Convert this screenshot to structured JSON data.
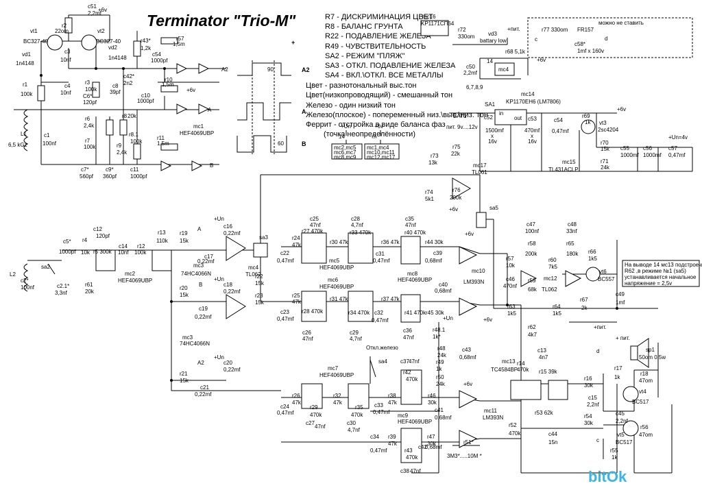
{
  "title": "Terminator \"Trio-M\"",
  "notes": [
    "R7 - ДИСКРИМИНАЦИЯ ЦВЕТ",
    "R8 - БАЛАНС ГРУНТА",
    "R22 - ПОДАВЛЕНИЕ ЖЕЛЕЗА",
    "R49 - ЧУВСТВИТЕЛЬНОСТЬ",
    "SA2 - РЕЖИМ \"ПЛЯЖ\"",
    "SA3 - ОТКЛ. ПОДАВЛЕНИЕ ЖЕЛЕЗА",
    "SA4 - ВКЛ.\\ОТКЛ. ВСЕ МЕТАЛЛЫ"
  ],
  "tones": [
    "Цвет - разнотональный выс.тон",
    "Цвет(низкопроводящий) - смешанный тон",
    "Железо - один низкий тон",
    "Железо(плоское) - попеременный низ.\\выс.\\низ. тон",
    "Феррит - отстройка в виде баланса фаз",
    "(точка неопределённости)"
  ],
  "optional_note": "можно не ставить",
  "power_boxes": [
    {
      "label": "+Un",
      "pin": "14",
      "chips": [
        "mc2,mc5",
        "mc6,mc7",
        "mc8,mc9"
      ]
    },
    {
      "label": "+6v",
      "pin": "7",
      "chips": [
        "mc1,mc4",
        "mc10,mc11",
        "mc12,mc17"
      ]
    }
  ],
  "waveform_labels": {
    "a2": "A2",
    "a": "A",
    "b": "B",
    "w1": "90",
    "w2": "60"
  },
  "mc13_note": [
    "На выводе 14 мс13 подстроечником",
    "R62 ,в режиме №1 (sa5)",
    "устанавливается начальное",
    "напряжение = 2,5v"
  ],
  "labels": [
    {
      "id": "c51",
      "t": "c51"
    },
    {
      "id": "c51v",
      "t": "2,2mf"
    },
    {
      "id": "p6v1",
      "t": "+6v"
    },
    {
      "id": "r2",
      "t": "r2"
    },
    {
      "id": "r2v",
      "t": "22om"
    },
    {
      "id": "vt1",
      "t": "vt1"
    },
    {
      "id": "vt1v",
      "t": "BC327-40"
    },
    {
      "id": "vt2",
      "t": "vt2"
    },
    {
      "id": "vt2v",
      "t": "BC327-40"
    },
    {
      "id": "vd1",
      "t": "vd1"
    },
    {
      "id": "vd1v",
      "t": "1n4148"
    },
    {
      "id": "vd2",
      "t": "vd2"
    },
    {
      "id": "vd2v",
      "t": "1n4148"
    },
    {
      "id": "c3",
      "t": "c3"
    },
    {
      "id": "c3v",
      "t": "10nf"
    },
    {
      "id": "c4",
      "t": "c4"
    },
    {
      "id": "c4v",
      "t": "10nf"
    },
    {
      "id": "r3",
      "t": "r3"
    },
    {
      "id": "r3v",
      "t": "100k"
    },
    {
      "id": "r1",
      "t": "r1"
    },
    {
      "id": "r1v",
      "t": "100k"
    },
    {
      "id": "c6s",
      "t": "C6*"
    },
    {
      "id": "c6v",
      "t": "120pf"
    },
    {
      "id": "c8",
      "t": "c8"
    },
    {
      "id": "c8v",
      "t": "39pf"
    },
    {
      "id": "c42",
      "t": "c42*"
    },
    {
      "id": "c42v",
      "t": "2n2"
    },
    {
      "id": "r43",
      "t": "r43*"
    },
    {
      "id": "r43v",
      "t": "1,2k"
    },
    {
      "id": "r57",
      "t": "r57"
    },
    {
      "id": "r57v",
      "t": "1,5m"
    },
    {
      "id": "c54",
      "t": "c54"
    },
    {
      "id": "c54v",
      "t": "1000pf"
    },
    {
      "id": "a2o",
      "t": "A2"
    },
    {
      "id": "r10",
      "t": "r10"
    },
    {
      "id": "r10v",
      "t": "1,5m"
    },
    {
      "id": "c10",
      "t": "c10"
    },
    {
      "id": "c10v",
      "t": "1000pf"
    },
    {
      "id": "p6v2",
      "t": "+6v"
    },
    {
      "id": "ao",
      "t": "A"
    },
    {
      "id": "mc1",
      "t": "mc1"
    },
    {
      "id": "mc1v",
      "t": "HEF4069UBP"
    },
    {
      "id": "r6",
      "t": "r6"
    },
    {
      "id": "r6v",
      "t": "2,4k"
    },
    {
      "id": "r8",
      "t": "r8"
    },
    {
      "id": "r8v",
      "t": "20k"
    },
    {
      "id": "r81",
      "t": "r8.1"
    },
    {
      "id": "r81v",
      "t": "100k"
    },
    {
      "id": "r7",
      "t": "r7"
    },
    {
      "id": "r7v",
      "t": "100k"
    },
    {
      "id": "r9",
      "t": "r9"
    },
    {
      "id": "r9v",
      "t": "2,4k"
    },
    {
      "id": "r11",
      "t": "r11"
    },
    {
      "id": "r11v",
      "t": "1,5m"
    },
    {
      "id": "l1",
      "t": "L1"
    },
    {
      "id": "l1v",
      "t": "6,5 kGz"
    },
    {
      "id": "c1",
      "t": "c1"
    },
    {
      "id": "c1v",
      "t": "100nf"
    },
    {
      "id": "c7",
      "t": "c7*"
    },
    {
      "id": "c7v",
      "t": "560pf"
    },
    {
      "id": "c9",
      "t": "c9*"
    },
    {
      "id": "c9v",
      "t": "360pf"
    },
    {
      "id": "c11",
      "t": "c11"
    },
    {
      "id": "c11v",
      "t": "1000pf"
    },
    {
      "id": "bo",
      "t": "B"
    },
    {
      "id": "mc16",
      "t": "mc16"
    },
    {
      "id": "mc16v",
      "t": "KP1171СП64"
    },
    {
      "id": "r72",
      "t": "r72"
    },
    {
      "id": "r72v",
      "t": "330om"
    },
    {
      "id": "vd3",
      "t": "vd3"
    },
    {
      "id": "bl",
      "t": "battary low"
    },
    {
      "id": "pit",
      "t": "+пит."
    },
    {
      "id": "r77",
      "t": "r77 330om"
    },
    {
      "id": "fr",
      "t": "FR157"
    },
    {
      "id": "c58",
      "t": "c58*"
    },
    {
      "id": "c58v",
      "t": "1mf x 160v"
    },
    {
      "id": "cc",
      "t": "c"
    },
    {
      "id": "dd",
      "t": "d"
    },
    {
      "id": "r68",
      "t": "r68 5,1k"
    },
    {
      "id": "p6v3",
      "t": "+6v"
    },
    {
      "id": "c50",
      "t": "c50"
    },
    {
      "id": "c50v",
      "t": "2,2mf"
    },
    {
      "id": "mc4",
      "t": "mc4"
    },
    {
      "id": "p14",
      "t": "14"
    },
    {
      "id": "p678",
      "t": "6,7,8,9"
    },
    {
      "id": "mc14",
      "t": "mc14"
    },
    {
      "id": "mc14v",
      "t": "KP1170EH6 (LM7806)"
    },
    {
      "id": "sa1",
      "t": "SA1"
    },
    {
      "id": "bat",
      "t": "BAT1"
    },
    {
      "id": "batv",
      "t": "пит. 9v....12v"
    },
    {
      "id": "in",
      "t": "in"
    },
    {
      "id": "out",
      "t": "out"
    },
    {
      "id": "c52",
      "t": "c52"
    },
    {
      "id": "c52v",
      "t": "1500mf"
    },
    {
      "id": "c52x",
      "t": "x"
    },
    {
      "id": "c52w",
      "t": "16v"
    },
    {
      "id": "c53",
      "t": "c53"
    },
    {
      "id": "c53v",
      "t": "470mf"
    },
    {
      "id": "c53x",
      "t": "x"
    },
    {
      "id": "c53w",
      "t": "16v"
    },
    {
      "id": "c54b",
      "t": "c54"
    },
    {
      "id": "c54bv",
      "t": "0,47mf"
    },
    {
      "id": "p6v4",
      "t": "+6v"
    },
    {
      "id": "r69",
      "t": "r69"
    },
    {
      "id": "r69v",
      "t": "1k"
    },
    {
      "id": "vt3",
      "t": "vt3"
    },
    {
      "id": "vt3v",
      "t": "2sc4204"
    },
    {
      "id": "unv",
      "t": "+Un=4v"
    },
    {
      "id": "r70",
      "t": "r70"
    },
    {
      "id": "r70v",
      "t": "15k"
    },
    {
      "id": "r71",
      "t": "r71"
    },
    {
      "id": "r71v",
      "t": "24k"
    },
    {
      "id": "mc15",
      "t": "mc15"
    },
    {
      "id": "mc15v",
      "t": "TL431ACLP"
    },
    {
      "id": "c55",
      "t": "c55"
    },
    {
      "id": "c55v",
      "t": "1000mf"
    },
    {
      "id": "c56",
      "t": "c56"
    },
    {
      "id": "c56v",
      "t": "1000mf"
    },
    {
      "id": "c57",
      "t": "c57"
    },
    {
      "id": "c57v",
      "t": "0,47mf"
    },
    {
      "id": "r73",
      "t": "r73"
    },
    {
      "id": "r73v",
      "t": "13k"
    },
    {
      "id": "r75",
      "t": "r75"
    },
    {
      "id": "r75v",
      "t": "22k"
    },
    {
      "id": "mc17",
      "t": "mc17"
    },
    {
      "id": "mc17v",
      "t": "TL061"
    },
    {
      "id": "r74",
      "t": "r74"
    },
    {
      "id": "r74v",
      "t": "5k1"
    },
    {
      "id": "r76",
      "t": "r76"
    },
    {
      "id": "r76v",
      "t": "200k"
    },
    {
      "id": "p6v5",
      "t": "+6v"
    },
    {
      "id": "sa5",
      "t": "sa5"
    },
    {
      "id": "l2",
      "t": "L2"
    },
    {
      "id": "c2s",
      "t": "c2*"
    },
    {
      "id": "c2v",
      "t": "100nf"
    },
    {
      "id": "sa2",
      "t": "sa2"
    },
    {
      "id": "c21",
      "t": "c2.1*"
    },
    {
      "id": "c21v",
      "t": "3,3nf"
    },
    {
      "id": "r61",
      "t": "r61"
    },
    {
      "id": "r61v",
      "t": "20k"
    },
    {
      "id": "c5",
      "t": "c5*"
    },
    {
      "id": "c5v",
      "t": "1000pf"
    },
    {
      "id": "r4",
      "t": "r4"
    },
    {
      "id": "r4v",
      "t": "10k"
    },
    {
      "id": "c12",
      "t": "c12"
    },
    {
      "id": "c12v",
      "t": "120pf"
    },
    {
      "id": "r5",
      "t": "r5 300k"
    },
    {
      "id": "c14",
      "t": "c14"
    },
    {
      "id": "c14v",
      "t": "10nf"
    },
    {
      "id": "r12",
      "t": "r12"
    },
    {
      "id": "r12v",
      "t": "100k"
    },
    {
      "id": "mc2",
      "t": "mc2"
    },
    {
      "id": "mc2v",
      "t": "HEF4069UBP"
    },
    {
      "id": "r13",
      "t": "r13"
    },
    {
      "id": "r13v",
      "t": "110k"
    },
    {
      "id": "r19",
      "t": "r19"
    },
    {
      "id": "r19v",
      "t": "15k"
    },
    {
      "id": "ma",
      "t": "A"
    },
    {
      "id": "c17",
      "t": "c17"
    },
    {
      "id": "c17v",
      "t": "0,22mf"
    },
    {
      "id": "mc3",
      "t": "mc3"
    },
    {
      "id": "mc3v",
      "t": "74HC4066N"
    },
    {
      "id": "pun1",
      "t": "+Un"
    },
    {
      "id": "c16",
      "t": "c16"
    },
    {
      "id": "c16v",
      "t": "0,22mf"
    },
    {
      "id": "sa3",
      "t": "sa3"
    },
    {
      "id": "mc4b",
      "t": "mc4"
    },
    {
      "id": "mc4bv",
      "t": "TL062"
    },
    {
      "id": "r22",
      "t": "r22"
    },
    {
      "id": "r22v",
      "t": "15k"
    },
    {
      "id": "r23",
      "t": "r23"
    },
    {
      "id": "r23v",
      "t": "15k"
    },
    {
      "id": "r20",
      "t": "r20"
    },
    {
      "id": "r20v",
      "t": "15k"
    },
    {
      "id": "mb",
      "t": "B"
    },
    {
      "id": "pun2",
      "t": "+Un"
    },
    {
      "id": "c18",
      "t": "c18"
    },
    {
      "id": "c18v",
      "t": "0,22mf"
    },
    {
      "id": "c19",
      "t": "c19"
    },
    {
      "id": "c19v",
      "t": "0,22mf"
    },
    {
      "id": "mc3b",
      "t": "mc3"
    },
    {
      "id": "mc3bv",
      "t": "74HC4066N"
    },
    {
      "id": "c25",
      "t": "c25"
    },
    {
      "id": "c25v",
      "t": "47nf"
    },
    {
      "id": "r24",
      "t": "r24"
    },
    {
      "id": "r24v",
      "t": "47k"
    },
    {
      "id": "r27",
      "t": "r27 470k"
    },
    {
      "id": "c22",
      "t": "c22"
    },
    {
      "id": "c22v",
      "t": "0,47mf"
    },
    {
      "id": "c28",
      "t": "c28"
    },
    {
      "id": "c28v",
      "t": "4,7nf"
    },
    {
      "id": "r30",
      "t": "r30 47k"
    },
    {
      "id": "r33",
      "t": "r33 470k"
    },
    {
      "id": "mc5",
      "t": "mc5"
    },
    {
      "id": "mc5v",
      "t": "HEF4069UBP"
    },
    {
      "id": "c31",
      "t": "c31"
    },
    {
      "id": "c31v",
      "t": "0,47mf"
    },
    {
      "id": "c35",
      "t": "c35"
    },
    {
      "id": "c35v",
      "t": "47nf"
    },
    {
      "id": "r36",
      "t": "r36 47k"
    },
    {
      "id": "r40",
      "t": "r40 470k"
    },
    {
      "id": "r44",
      "t": "r44 30k"
    },
    {
      "id": "c39",
      "t": "c39"
    },
    {
      "id": "c39v",
      "t": "0,68mf"
    },
    {
      "id": "mc6",
      "t": "mc6"
    },
    {
      "id": "mc6v",
      "t": "HEF4069UBP"
    },
    {
      "id": "r25",
      "t": "r25"
    },
    {
      "id": "r25v",
      "t": "47k"
    },
    {
      "id": "c23",
      "t": "c23"
    },
    {
      "id": "c23v",
      "t": "0,47mf"
    },
    {
      "id": "r28",
      "t": "r28 470k"
    },
    {
      "id": "c26",
      "t": "c26"
    },
    {
      "id": "c26v",
      "t": "47nf"
    },
    {
      "id": "r31",
      "t": "r31 47k"
    },
    {
      "id": "r34",
      "t": "r34 470k"
    },
    {
      "id": "c29",
      "t": "c29"
    },
    {
      "id": "c29v",
      "t": "4,7nf"
    },
    {
      "id": "mc8",
      "t": "mc8"
    },
    {
      "id": "mc8v",
      "t": "HEF4069UBP"
    },
    {
      "id": "r37",
      "t": "r37 47k"
    },
    {
      "id": "r41",
      "t": "r41 470k"
    },
    {
      "id": "c32",
      "t": "c32"
    },
    {
      "id": "c32v",
      "t": "0,47mf"
    },
    {
      "id": "c36",
      "t": "c36"
    },
    {
      "id": "c36v",
      "t": "47nf"
    },
    {
      "id": "r45",
      "t": "r45 30k"
    },
    {
      "id": "c40",
      "t": "c40"
    },
    {
      "id": "c40v",
      "t": "0,68mf"
    },
    {
      "id": "mc10",
      "t": "mc10"
    },
    {
      "id": "mc10v",
      "t": "LM393N"
    },
    {
      "id": "p6v6",
      "t": "+6v"
    },
    {
      "id": "pun3",
      "t": "+Un"
    },
    {
      "id": "r481",
      "t": "r48.1"
    },
    {
      "id": "r481v",
      "t": "1k*"
    },
    {
      "id": "r48",
      "t": "r48"
    },
    {
      "id": "r48v",
      "t": "24k"
    },
    {
      "id": "r49",
      "t": "r49"
    },
    {
      "id": "r49v",
      "t": "1k"
    },
    {
      "id": "r50",
      "t": "r50"
    },
    {
      "id": "r50v",
      "t": "24k"
    },
    {
      "id": "c43",
      "t": "c43"
    },
    {
      "id": "c43v",
      "t": "0,68mf"
    },
    {
      "id": "otk",
      "t": "Откл.железо"
    },
    {
      "id": "sa4",
      "t": "sa4"
    },
    {
      "id": "c47",
      "t": "c47"
    },
    {
      "id": "c47v",
      "t": "100nf"
    },
    {
      "id": "c48",
      "t": "c48"
    },
    {
      "id": "c48v",
      "t": "33nf"
    },
    {
      "id": "r57b",
      "t": "r57"
    },
    {
      "id": "r57bv",
      "t": "10k"
    },
    {
      "id": "r58",
      "t": "r58"
    },
    {
      "id": "r58v",
      "t": "200k"
    },
    {
      "id": "r60",
      "t": "r60"
    },
    {
      "id": "r60v",
      "t": "7k5"
    },
    {
      "id": "r65",
      "t": "r65"
    },
    {
      "id": "r65v",
      "t": "180k"
    },
    {
      "id": "r66",
      "t": "r66"
    },
    {
      "id": "r66v",
      "t": "1k5"
    },
    {
      "id": "c46",
      "t": "c46"
    },
    {
      "id": "c46v",
      "t": "470nf"
    },
    {
      "id": "r59",
      "t": "r59"
    },
    {
      "id": "r59v",
      "t": "68k"
    },
    {
      "id": "mc12",
      "t": "mc12"
    },
    {
      "id": "mc12v",
      "t": "TL062"
    },
    {
      "id": "vt6",
      "t": "vt6"
    },
    {
      "id": "vt6v",
      "t": "BC557"
    },
    {
      "id": "r63",
      "t": "r63"
    },
    {
      "id": "r63v",
      "t": "1k5"
    },
    {
      "id": "r64",
      "t": "r64"
    },
    {
      "id": "r64v",
      "t": "1k5"
    },
    {
      "id": "r62",
      "t": "r62"
    },
    {
      "id": "r62v",
      "t": "4k7"
    },
    {
      "id": "p6v7",
      "t": "+6v"
    },
    {
      "id": "r67",
      "t": "r67"
    },
    {
      "id": "r67v",
      "t": "2k"
    },
    {
      "id": "c49",
      "t": "c49"
    },
    {
      "id": "c49v",
      "t": "1mf"
    },
    {
      "id": "pit2",
      "t": "+пит."
    },
    {
      "id": "pun4",
      "t": "+Un"
    },
    {
      "id": "c20",
      "t": "c20"
    },
    {
      "id": "c20v",
      "t": "0,22mf"
    },
    {
      "id": "a2m",
      "t": "A2"
    },
    {
      "id": "r21",
      "t": "r21"
    },
    {
      "id": "r21v",
      "t": "15k"
    },
    {
      "id": "c21b",
      "t": "c21"
    },
    {
      "id": "c21bv",
      "t": "0,22mf"
    },
    {
      "id": "mc7",
      "t": "mc7"
    },
    {
      "id": "mc7v",
      "t": "HEF4069UBP"
    },
    {
      "id": "r26",
      "t": "r26"
    },
    {
      "id": "r26v",
      "t": "47k"
    },
    {
      "id": "c24",
      "t": "c24"
    },
    {
      "id": "c24v",
      "t": "0,47mf"
    },
    {
      "id": "r29",
      "t": "r29"
    },
    {
      "id": "r29v",
      "t": "470k"
    },
    {
      "id": "c27",
      "t": "c27"
    },
    {
      "id": "c27v",
      "t": "47nf"
    },
    {
      "id": "r32",
      "t": "r32"
    },
    {
      "id": "r32v",
      "t": "47k"
    },
    {
      "id": "r35",
      "t": "r35"
    },
    {
      "id": "r35v",
      "t": "470k"
    },
    {
      "id": "c30",
      "t": "c30"
    },
    {
      "id": "c30v",
      "t": "4,7nf"
    },
    {
      "id": "c37",
      "t": "c37"
    },
    {
      "id": "c37v",
      "t": "47nf"
    },
    {
      "id": "r42",
      "t": "r42"
    },
    {
      "id": "r42v",
      "t": "470k"
    },
    {
      "id": "r38",
      "t": "r38"
    },
    {
      "id": "r38v",
      "t": "47k"
    },
    {
      "id": "mc9",
      "t": "mc9"
    },
    {
      "id": "mc9v",
      "t": "HEF4069UBP"
    },
    {
      "id": "c33",
      "t": "c33"
    },
    {
      "id": "c33v",
      "t": "0,47mf"
    },
    {
      "id": "r46",
      "t": "r46"
    },
    {
      "id": "r46v",
      "t": "30k"
    },
    {
      "id": "c41",
      "t": "c41"
    },
    {
      "id": "c41v",
      "t": "0,68mf"
    },
    {
      "id": "mc11",
      "t": "mc11"
    },
    {
      "id": "mc11v",
      "t": "LM393N"
    },
    {
      "id": "p6v8",
      "t": "+6v"
    },
    {
      "id": "c34",
      "t": "c34"
    },
    {
      "id": "c34v",
      "t": "0,47mf"
    },
    {
      "id": "r39",
      "t": "r39"
    },
    {
      "id": "r39v",
      "t": "47k"
    },
    {
      "id": "r47",
      "t": "r47"
    },
    {
      "id": "r47v",
      "t": "30k"
    },
    {
      "id": "r43b",
      "t": "r43"
    },
    {
      "id": "r43bv",
      "t": "470k"
    },
    {
      "id": "c38",
      "t": "c38"
    },
    {
      "id": "c38v",
      "t": "47nf"
    },
    {
      "id": "c42b",
      "t": "c42"
    },
    {
      "id": "c42bv",
      "t": "0,68mf"
    },
    {
      "id": "r51",
      "t": "r51*"
    },
    {
      "id": "r51v",
      "t": "3M3*.....10M *"
    },
    {
      "id": "mc13",
      "t": "mc13"
    },
    {
      "id": "mc13v",
      "t": "TC4584BP"
    },
    {
      "id": "c13",
      "t": "c13"
    },
    {
      "id": "c13v",
      "t": "4n7"
    },
    {
      "id": "r14",
      "t": "r14"
    },
    {
      "id": "r14v",
      "t": "470k"
    },
    {
      "id": "r15",
      "t": "r15 39k"
    },
    {
      "id": "r53",
      "t": "r53 62k"
    },
    {
      "id": "r52",
      "t": "r52"
    },
    {
      "id": "r52v",
      "t": "470k"
    },
    {
      "id": "c44",
      "t": "c44"
    },
    {
      "id": "c44v",
      "t": "15n"
    },
    {
      "id": "d2",
      "t": "d"
    },
    {
      "id": "r16",
      "t": "r16"
    },
    {
      "id": "r16v",
      "t": "30k"
    },
    {
      "id": "r17",
      "t": "r17"
    },
    {
      "id": "r17v",
      "t": "1k"
    },
    {
      "id": "c15",
      "t": "c15"
    },
    {
      "id": "c15v",
      "t": "2,2nf"
    },
    {
      "id": "vt4",
      "t": "vt4"
    },
    {
      "id": "vt4v",
      "t": "BC517"
    },
    {
      "id": "sp1",
      "t": "sp1"
    },
    {
      "id": "sp1v",
      "t": "50om 0,5w"
    },
    {
      "id": "ppit",
      "t": "+ пит."
    },
    {
      "id": "r18",
      "t": "r18"
    },
    {
      "id": "r18v",
      "t": "47om"
    },
    {
      "id": "c45",
      "t": "c45"
    },
    {
      "id": "c45v",
      "t": "2,2nf"
    },
    {
      "id": "r54",
      "t": "r54"
    },
    {
      "id": "r54v",
      "t": "30k"
    },
    {
      "id": "vt5",
      "t": "vt5"
    },
    {
      "id": "vt5v",
      "t": "BC517"
    },
    {
      "id": "r56",
      "t": "r56"
    },
    {
      "id": "r56v",
      "t": "47om"
    },
    {
      "id": "r55",
      "t": "r55"
    },
    {
      "id": "r55v",
      "t": "1k"
    },
    {
      "id": "cc2",
      "t": "c"
    }
  ],
  "watermark": "bitOk"
}
